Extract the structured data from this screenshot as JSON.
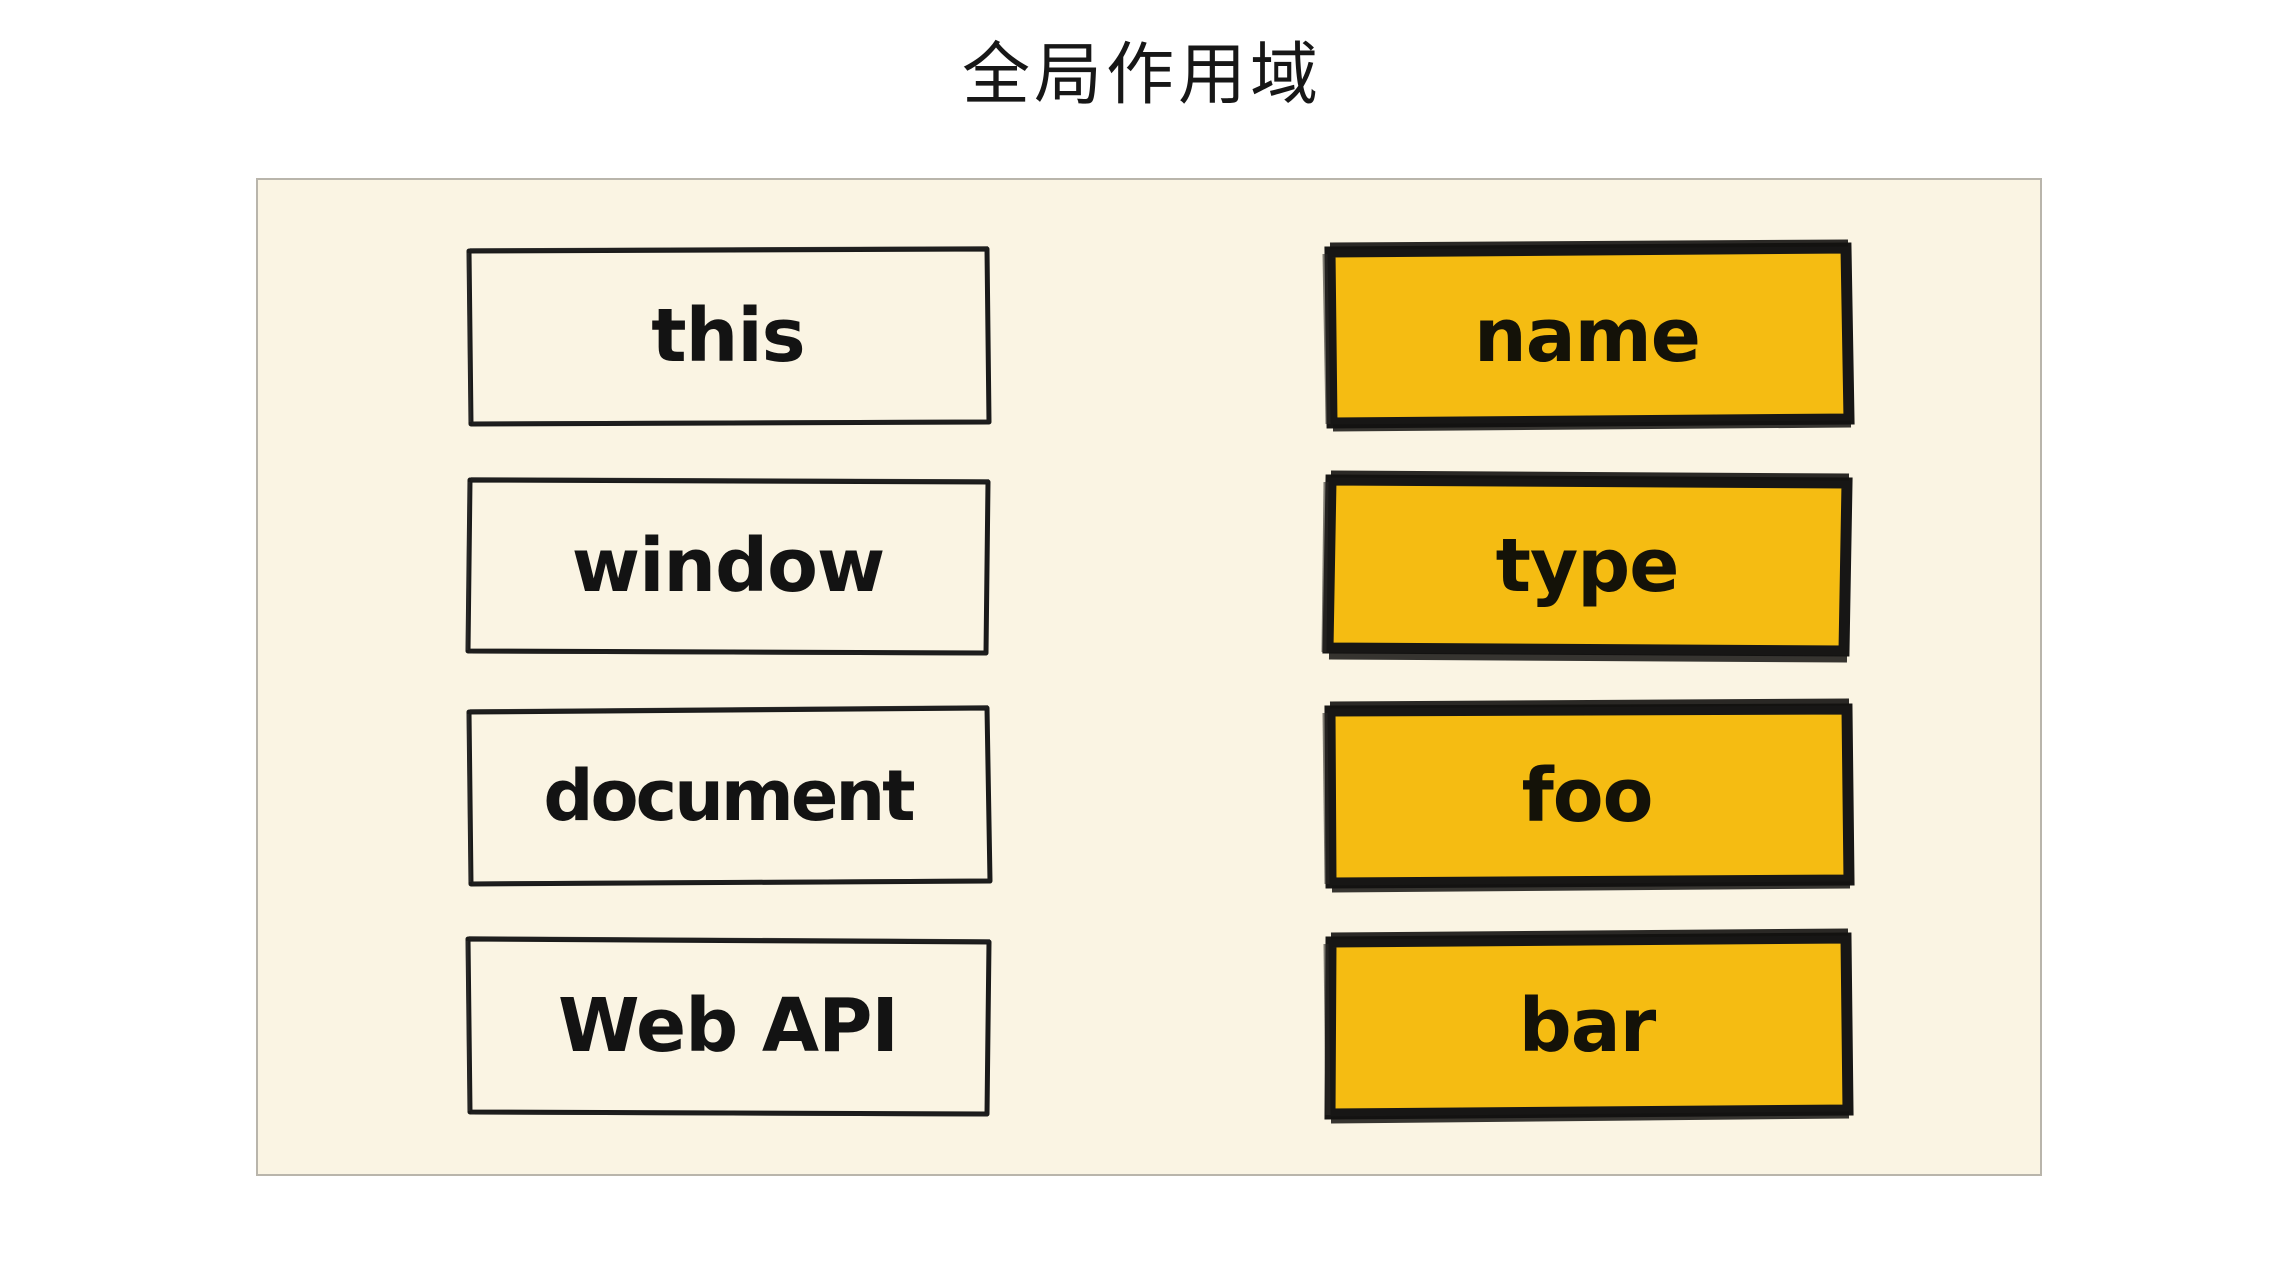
{
  "title": "全局作用域",
  "container": {
    "name": "global-scope-container",
    "background_color": "#FAF4E3",
    "border_color": "#B9B5AB"
  },
  "columns": {
    "left": {
      "name": "builtin-objects-column",
      "style": "outline",
      "fill_color": "#FAF4E3",
      "border_color": "#1A1A1A",
      "items": [
        {
          "label": "this"
        },
        {
          "label": "window"
        },
        {
          "label": "document"
        },
        {
          "label": "Web API"
        }
      ]
    },
    "right": {
      "name": "global-variables-column",
      "style": "filled",
      "fill_color": "#F5BC12",
      "border_color": "#171615",
      "items": [
        {
          "label": "name"
        },
        {
          "label": "type"
        },
        {
          "label": "foo"
        },
        {
          "label": "bar"
        }
      ]
    }
  }
}
